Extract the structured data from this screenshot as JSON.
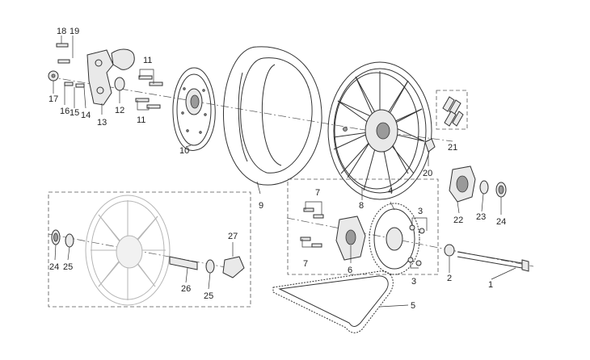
{
  "callouts": [
    {
      "id": "c1",
      "label": "1"
    },
    {
      "id": "c2",
      "label": "2"
    },
    {
      "id": "c3a",
      "label": "3"
    },
    {
      "id": "c3b",
      "label": "3"
    },
    {
      "id": "c4",
      "label": "4"
    },
    {
      "id": "c5",
      "label": "5"
    },
    {
      "id": "c6",
      "label": "6"
    },
    {
      "id": "c7a",
      "label": "7"
    },
    {
      "id": "c7b",
      "label": "7"
    },
    {
      "id": "c8",
      "label": "8"
    },
    {
      "id": "c9",
      "label": "9"
    },
    {
      "id": "c10",
      "label": "10"
    },
    {
      "id": "c11a",
      "label": "11"
    },
    {
      "id": "c11b",
      "label": "11"
    },
    {
      "id": "c12",
      "label": "12"
    },
    {
      "id": "c13",
      "label": "13"
    },
    {
      "id": "c14",
      "label": "14"
    },
    {
      "id": "c15",
      "label": "15"
    },
    {
      "id": "c16",
      "label": "16"
    },
    {
      "id": "c17",
      "label": "17"
    },
    {
      "id": "c18",
      "label": "18"
    },
    {
      "id": "c19",
      "label": "19"
    },
    {
      "id": "c20",
      "label": "20"
    },
    {
      "id": "c21",
      "label": "21"
    },
    {
      "id": "c22",
      "label": "22"
    },
    {
      "id": "c23",
      "label": "23"
    },
    {
      "id": "c24a",
      "label": "24"
    },
    {
      "id": "c24b",
      "label": "24"
    },
    {
      "id": "c25a",
      "label": "25"
    },
    {
      "id": "c25b",
      "label": "25"
    },
    {
      "id": "c26",
      "label": "26"
    },
    {
      "id": "c27",
      "label": "27"
    }
  ]
}
